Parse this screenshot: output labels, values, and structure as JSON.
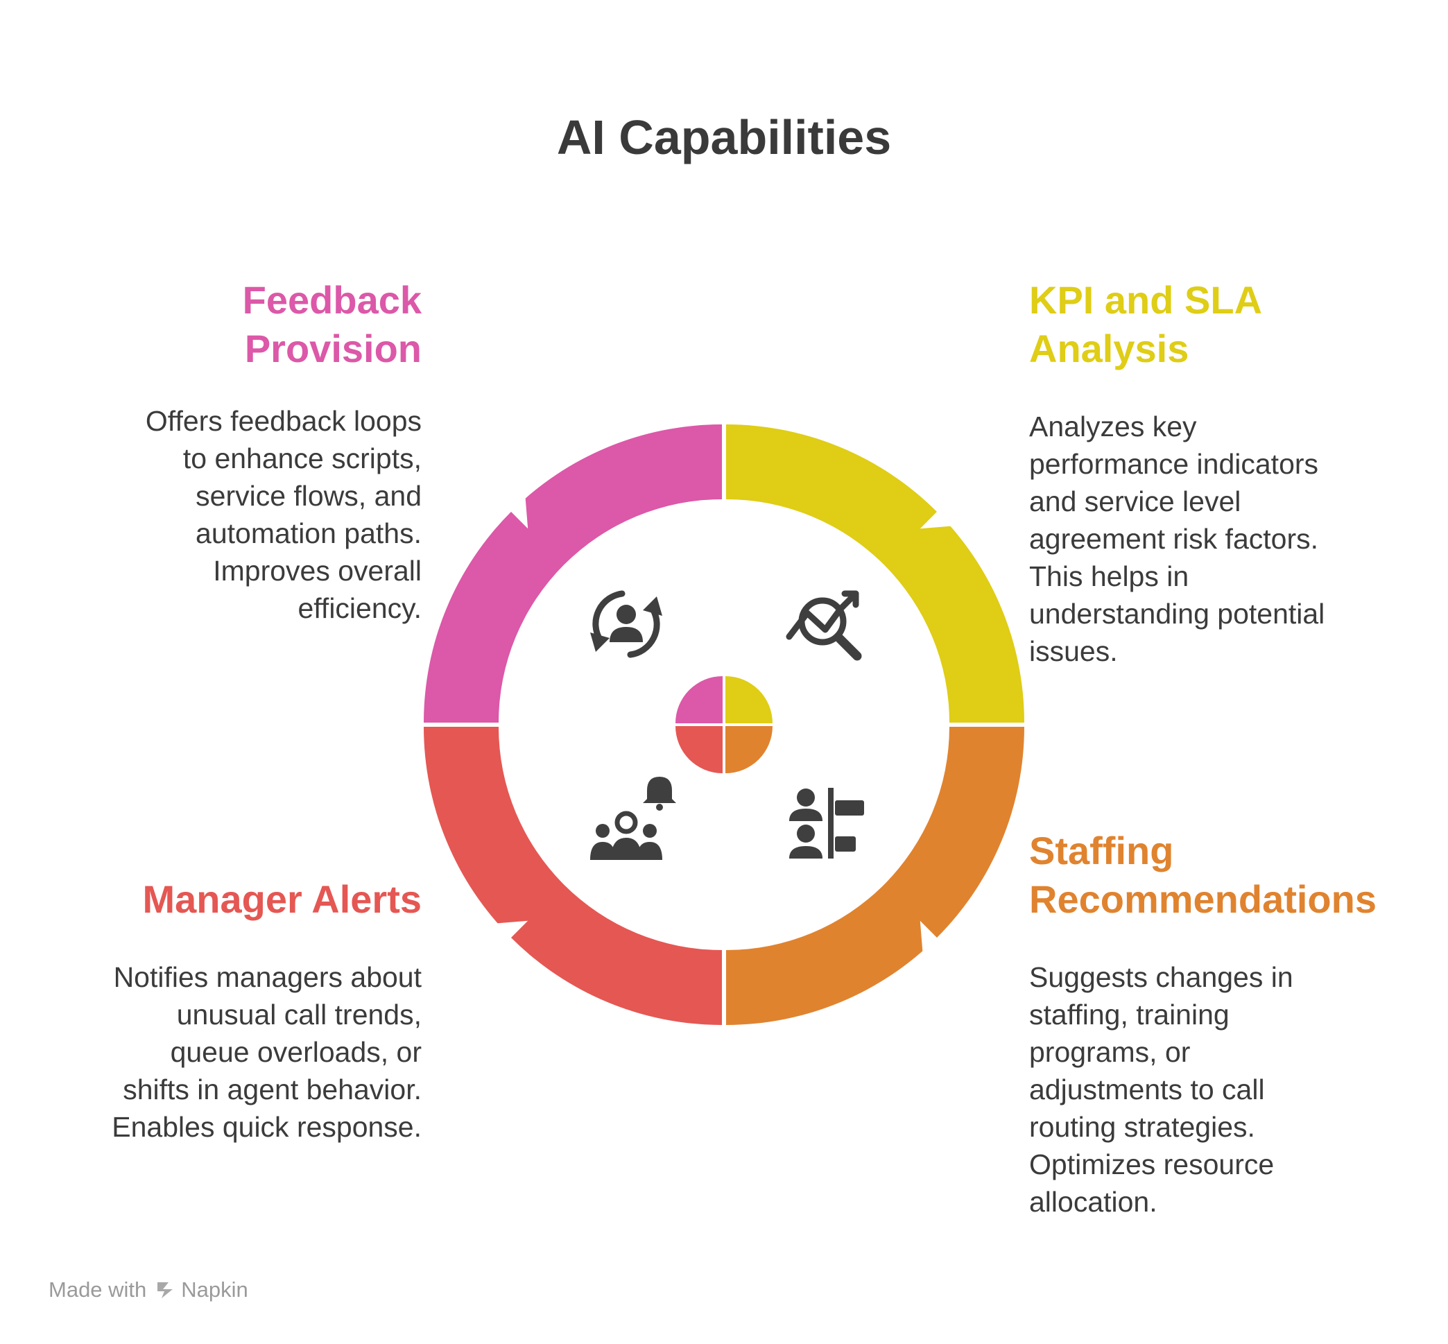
{
  "title": "AI Capabilities",
  "segments": [
    {
      "id": "feedback",
      "heading_lines": [
        "Feedback",
        "Provision"
      ],
      "description_lines": [
        "Offers feedback loops",
        "to enhance scripts,",
        "service flows, and",
        "automation paths.",
        "Improves overall",
        "efficiency."
      ],
      "color": "#dc58a8",
      "icon": "feedback-loop-person-icon"
    },
    {
      "id": "kpi",
      "heading_lines": [
        "KPI and SLA",
        "Analysis"
      ],
      "description_lines": [
        "Analyzes key",
        "performance indicators",
        "and service level",
        "agreement risk factors.",
        "This helps in",
        "understanding potential",
        "issues."
      ],
      "color": "#dfcd16",
      "icon": "chart-magnifier-icon"
    },
    {
      "id": "manager",
      "heading_lines": [
        "Manager Alerts"
      ],
      "description_lines": [
        "Notifies managers about",
        "unusual call trends,",
        "queue overloads, or",
        "shifts in agent behavior.",
        "Enables quick response."
      ],
      "color": "#e55753",
      "icon": "group-alert-bell-icon"
    },
    {
      "id": "staffing",
      "heading_lines": [
        "Staffing",
        "Recommendations"
      ],
      "description_lines": [
        "Suggests changes in",
        "staffing, training",
        "programs, or",
        "adjustments to call",
        "routing strategies.",
        "Optimizes resource",
        "allocation."
      ],
      "color": "#e0832f",
      "icon": "staff-assignment-icon"
    }
  ],
  "footer": {
    "made_with": "Made with",
    "brand": "Napkin",
    "icon": "napkin-logo-icon"
  }
}
